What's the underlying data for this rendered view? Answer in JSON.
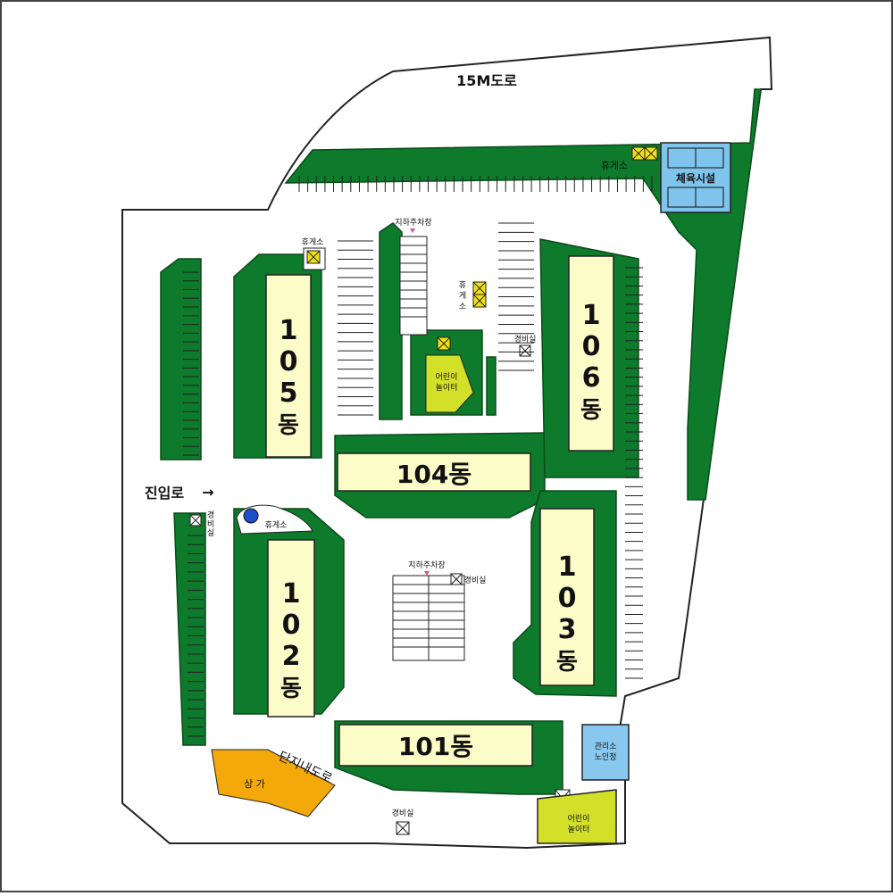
{
  "roads": {
    "main_road": "15M도로",
    "entry_road": "진입로",
    "entry_arrow": "→",
    "inner_road": "단지내도로"
  },
  "buildings": [
    {
      "id": "b101",
      "label": "101동"
    },
    {
      "id": "b102",
      "label": "102동"
    },
    {
      "id": "b103",
      "label": "103동"
    },
    {
      "id": "b104",
      "label": "104동"
    },
    {
      "id": "b105",
      "label": "105동"
    },
    {
      "id": "b106",
      "label": "106동"
    }
  ],
  "facilities": {
    "sports": "체육시설",
    "rest_area": "휴게소",
    "rest_area_vertical": "휴게소",
    "underground_parking": "지하주차장",
    "guard_house": "경비실",
    "playground": "어린이\n놀이터",
    "playground_lines": [
      "어린이",
      "놀이터"
    ],
    "management_lines": [
      "관리소",
      "노인정"
    ],
    "shops": "상 가",
    "guard_house_vertical": "경비실"
  },
  "colors": {
    "green_space": "#0d7a2c",
    "building": "#fcfcc8",
    "sports": "#7ec4ec",
    "shops": "#f3a90a",
    "playground": "#d3e02a",
    "rest_mark": "#f2e20f",
    "management": "#88c8ee",
    "fountain": "#1c4fc8"
  }
}
